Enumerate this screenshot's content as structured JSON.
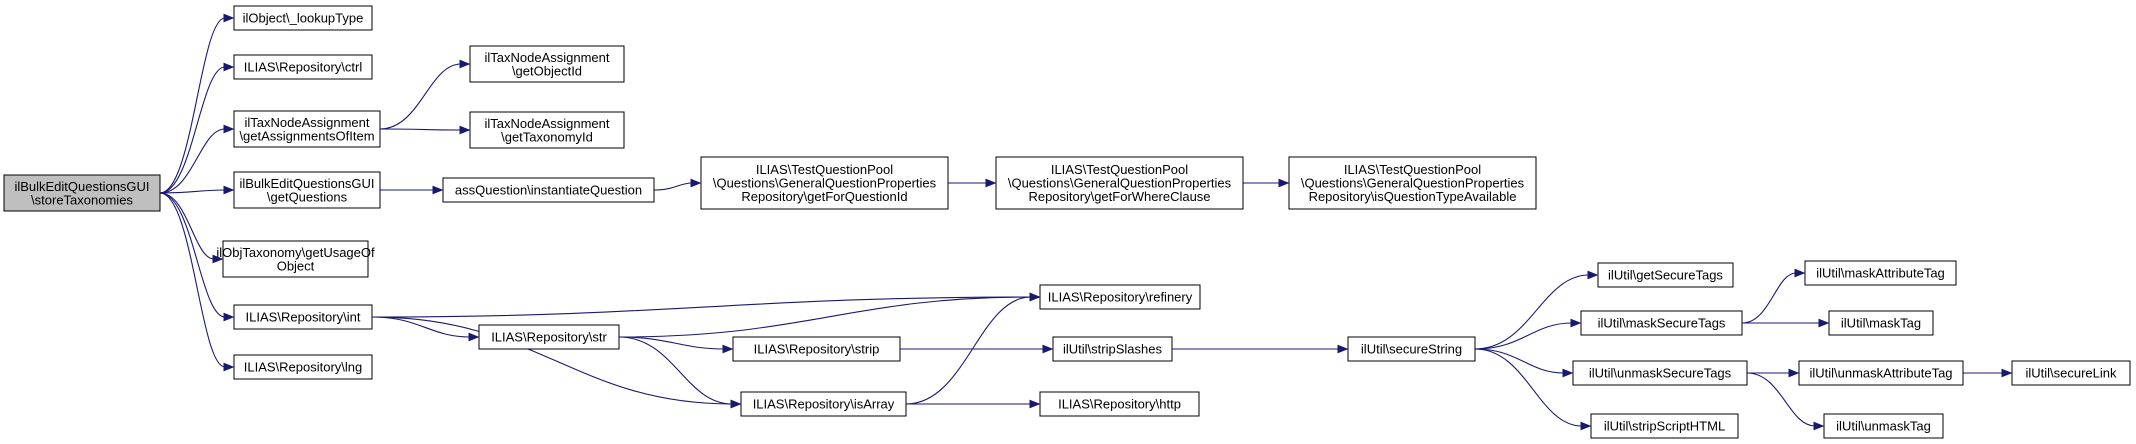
{
  "graph": {
    "root": "n0",
    "nodes": [
      {
        "id": "n0",
        "lines": [
          "ilBulkEditQuestionsGUI",
          "\\storeTaxonomies"
        ]
      },
      {
        "id": "n1",
        "lines": [
          "ilObject\\_lookupType"
        ]
      },
      {
        "id": "n2",
        "lines": [
          "ILIAS\\Repository\\ctrl"
        ]
      },
      {
        "id": "n3",
        "lines": [
          "ilTaxNodeAssignment",
          "\\getAssignmentsOfItem"
        ]
      },
      {
        "id": "n4",
        "lines": [
          "ilBulkEditQuestionsGUI",
          "\\getQuestions"
        ]
      },
      {
        "id": "n5",
        "lines": [
          "ilObjTaxonomy\\getUsageOf",
          "Object"
        ]
      },
      {
        "id": "n6",
        "lines": [
          "ILIAS\\Repository\\int"
        ]
      },
      {
        "id": "n7",
        "lines": [
          "ILIAS\\Repository\\lng"
        ]
      },
      {
        "id": "n8",
        "lines": [
          "ilTaxNodeAssignment",
          "\\getObjectId"
        ]
      },
      {
        "id": "n9",
        "lines": [
          "ilTaxNodeAssignment",
          "\\getTaxonomyId"
        ]
      },
      {
        "id": "n10",
        "lines": [
          "assQuestion\\instantiateQuestion"
        ]
      },
      {
        "id": "n11",
        "lines": [
          "ILIAS\\TestQuestionPool",
          "\\Questions\\GeneralQuestionProperties",
          "Repository\\getForQuestionId"
        ]
      },
      {
        "id": "n12",
        "lines": [
          "ILIAS\\TestQuestionPool",
          "\\Questions\\GeneralQuestionProperties",
          "Repository\\getForWhereClause"
        ]
      },
      {
        "id": "n13",
        "lines": [
          "ILIAS\\TestQuestionPool",
          "\\Questions\\GeneralQuestionProperties",
          "Repository\\isQuestionTypeAvailable"
        ]
      },
      {
        "id": "n14",
        "lines": [
          "ILIAS\\Repository\\refinery"
        ]
      },
      {
        "id": "n15",
        "lines": [
          "ILIAS\\Repository\\str"
        ]
      },
      {
        "id": "n16",
        "lines": [
          "ILIAS\\Repository\\isArray"
        ]
      },
      {
        "id": "n17",
        "lines": [
          "ILIAS\\Repository\\strip"
        ]
      },
      {
        "id": "n18",
        "lines": [
          "ilUtil\\stripSlashes"
        ]
      },
      {
        "id": "n19",
        "lines": [
          "ILIAS\\Repository\\http"
        ]
      },
      {
        "id": "n20",
        "lines": [
          "ilUtil\\secureString"
        ]
      },
      {
        "id": "n21",
        "lines": [
          "ilUtil\\getSecureTags"
        ]
      },
      {
        "id": "n22",
        "lines": [
          "ilUtil\\maskSecureTags"
        ]
      },
      {
        "id": "n23",
        "lines": [
          "ilUtil\\unmaskSecureTags"
        ]
      },
      {
        "id": "n24",
        "lines": [
          "ilUtil\\stripScriptHTML"
        ]
      },
      {
        "id": "n25",
        "lines": [
          "ilUtil\\maskAttributeTag"
        ]
      },
      {
        "id": "n26",
        "lines": [
          "ilUtil\\maskTag"
        ]
      },
      {
        "id": "n27",
        "lines": [
          "ilUtil\\unmaskAttributeTag"
        ]
      },
      {
        "id": "n28",
        "lines": [
          "ilUtil\\unmaskTag"
        ]
      },
      {
        "id": "n29",
        "lines": [
          "ilUtil\\secureLink"
        ]
      }
    ],
    "edges": [
      [
        "n0",
        "n1"
      ],
      [
        "n0",
        "n2"
      ],
      [
        "n0",
        "n3"
      ],
      [
        "n0",
        "n4"
      ],
      [
        "n0",
        "n5"
      ],
      [
        "n0",
        "n6"
      ],
      [
        "n0",
        "n7"
      ],
      [
        "n3",
        "n8"
      ],
      [
        "n3",
        "n9"
      ],
      [
        "n4",
        "n10"
      ],
      [
        "n10",
        "n11"
      ],
      [
        "n11",
        "n12"
      ],
      [
        "n12",
        "n13"
      ],
      [
        "n6",
        "n14"
      ],
      [
        "n6",
        "n15"
      ],
      [
        "n6",
        "n16"
      ],
      [
        "n15",
        "n14"
      ],
      [
        "n15",
        "n17"
      ],
      [
        "n15",
        "n16"
      ],
      [
        "n17",
        "n18"
      ],
      [
        "n16",
        "n14"
      ],
      [
        "n16",
        "n19"
      ],
      [
        "n18",
        "n20"
      ],
      [
        "n20",
        "n21"
      ],
      [
        "n20",
        "n22"
      ],
      [
        "n20",
        "n23"
      ],
      [
        "n20",
        "n24"
      ],
      [
        "n22",
        "n25"
      ],
      [
        "n22",
        "n26"
      ],
      [
        "n23",
        "n27"
      ],
      [
        "n23",
        "n28"
      ],
      [
        "n27",
        "n29"
      ]
    ]
  }
}
